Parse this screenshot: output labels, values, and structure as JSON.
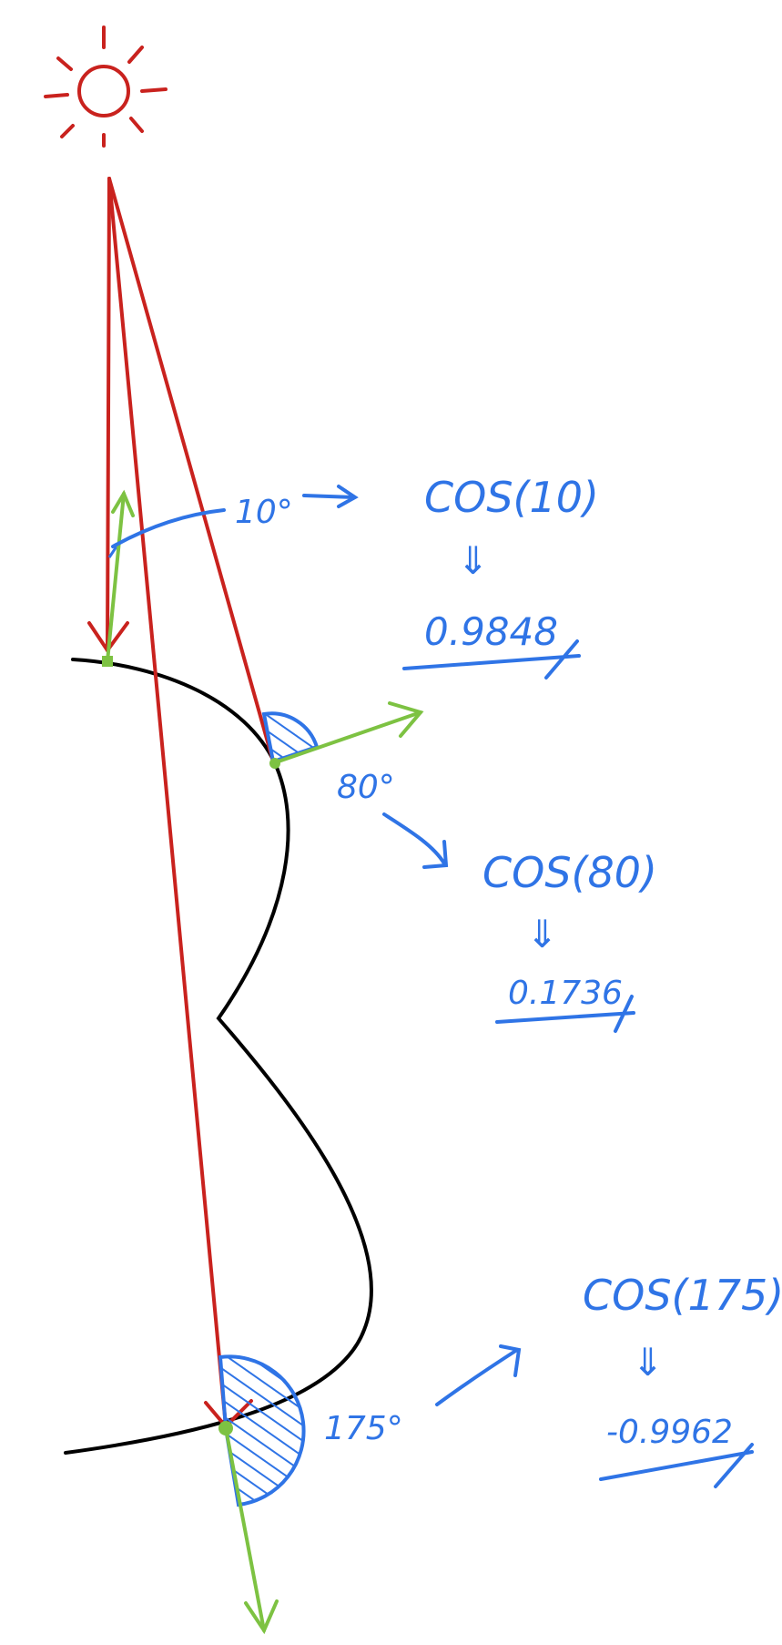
{
  "colors": {
    "sun": "#c9221e",
    "ray": "#c9221e",
    "normal": "#7dc242",
    "annotation": "#2f74e6",
    "surface": "#000000"
  },
  "icons": {
    "light_source": "sun-icon"
  },
  "points": [
    {
      "angle_label": "10°",
      "formula": "COS(10)",
      "implies": "⇓",
      "result": "0.9848"
    },
    {
      "angle_label": "80°",
      "formula": "COS(80)",
      "implies": "⇓",
      "result": "0.1736"
    },
    {
      "angle_label": "175°",
      "formula": "COS(175)",
      "implies": "⇓",
      "result": "-0.9962"
    }
  ]
}
